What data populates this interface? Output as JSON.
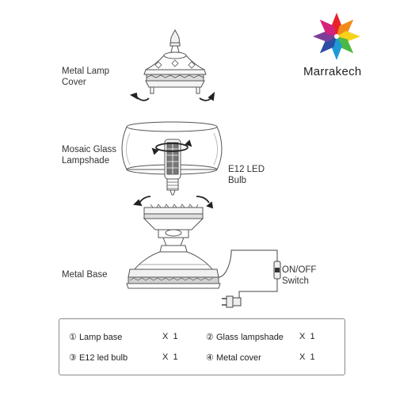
{
  "brand": {
    "name": "Marrakech",
    "petal_colors": [
      "#e8232b",
      "#f28a1a",
      "#f6d21b",
      "#4cb845",
      "#1e9bd7",
      "#2c4fa3",
      "#7b3f98",
      "#d4237a"
    ]
  },
  "labels": {
    "metal_lamp_cover": [
      "Metal Lamp",
      "Cover"
    ],
    "mosaic_glass_lampshade": [
      "Mosaic Glass",
      "Lampshade"
    ],
    "e12_led_bulb": [
      "E12 LED",
      "Bulb"
    ],
    "metal_base": "Metal Base",
    "switch": [
      "ON/OFF",
      "Switch"
    ]
  },
  "parts": [
    {
      "num": "①",
      "name": "Lamp base",
      "qty_x": "X",
      "qty": "1"
    },
    {
      "num": "②",
      "name": "Glass lampshade",
      "qty_x": "X",
      "qty": "1"
    },
    {
      "num": "③",
      "name": "E12 led bulb",
      "qty_x": "X",
      "qty": "1"
    },
    {
      "num": "④",
      "name": "Metal cover",
      "qty_x": "X",
      "qty": "1"
    }
  ]
}
